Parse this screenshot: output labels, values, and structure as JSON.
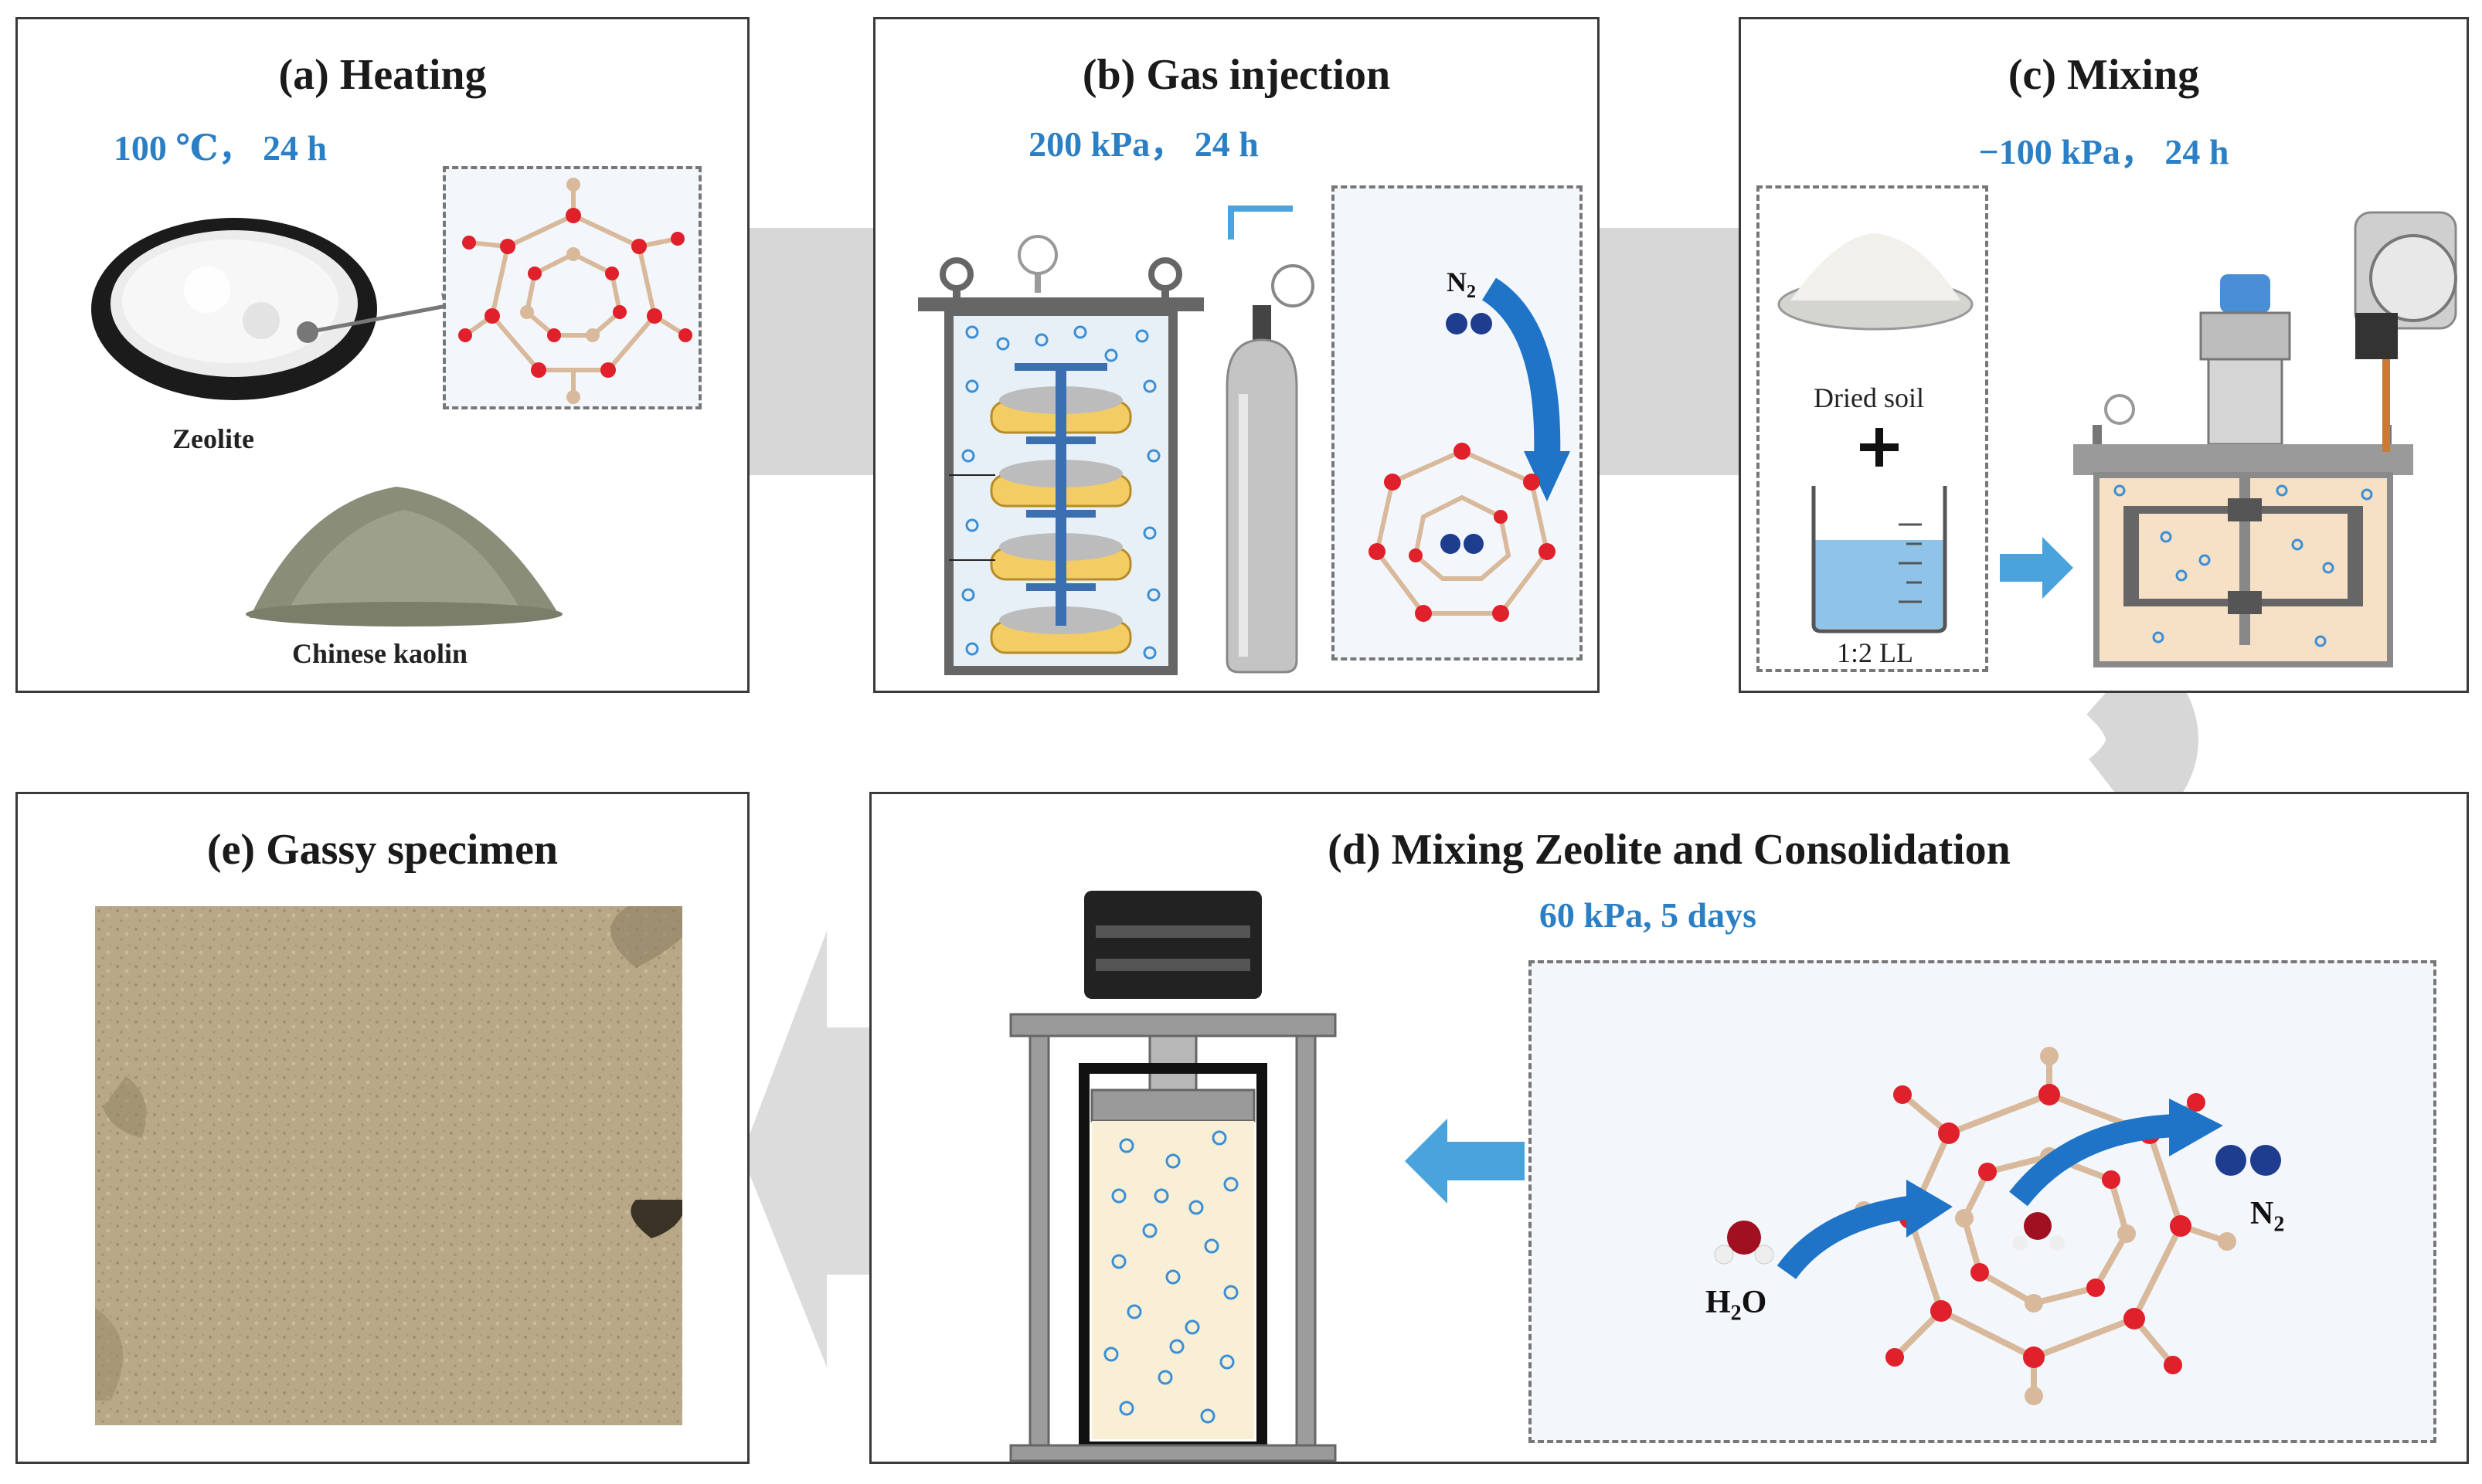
{
  "panels": {
    "a": {
      "title": "(a) Heating",
      "condition": "100 ℃， 24 h",
      "label_zeolite": "Zeolite",
      "label_kaolin": "Chinese kaolin"
    },
    "b": {
      "title": "(b) Gas injection",
      "condition": "200 kPa， 24 h",
      "gas_symbol": "N",
      "gas_subscript": "2"
    },
    "c": {
      "title": "(c) Mixing",
      "condition": "−100 kPa， 24 h",
      "label_dried_soil": "Dried soil",
      "label_ratio": "1:2 LL"
    },
    "d": {
      "title": "(d) Mixing Zeolite and Consolidation",
      "condition": "60 kPa, 5 days",
      "water_symbol": "H",
      "water_subscript": "2",
      "water_tail": "O",
      "gas_symbol": "N",
      "gas_subscript": "2"
    },
    "e": {
      "title": "(e) Gassy specimen"
    }
  },
  "colors": {
    "condition_text": "#2b7fc4",
    "flow_arrow": "#d7d7d7",
    "oxygen_atom": "#e0202a",
    "silicon_atom": "#d9b99b",
    "blue_arrow": "#1f74c8",
    "bubble": "#3d8fd4"
  }
}
